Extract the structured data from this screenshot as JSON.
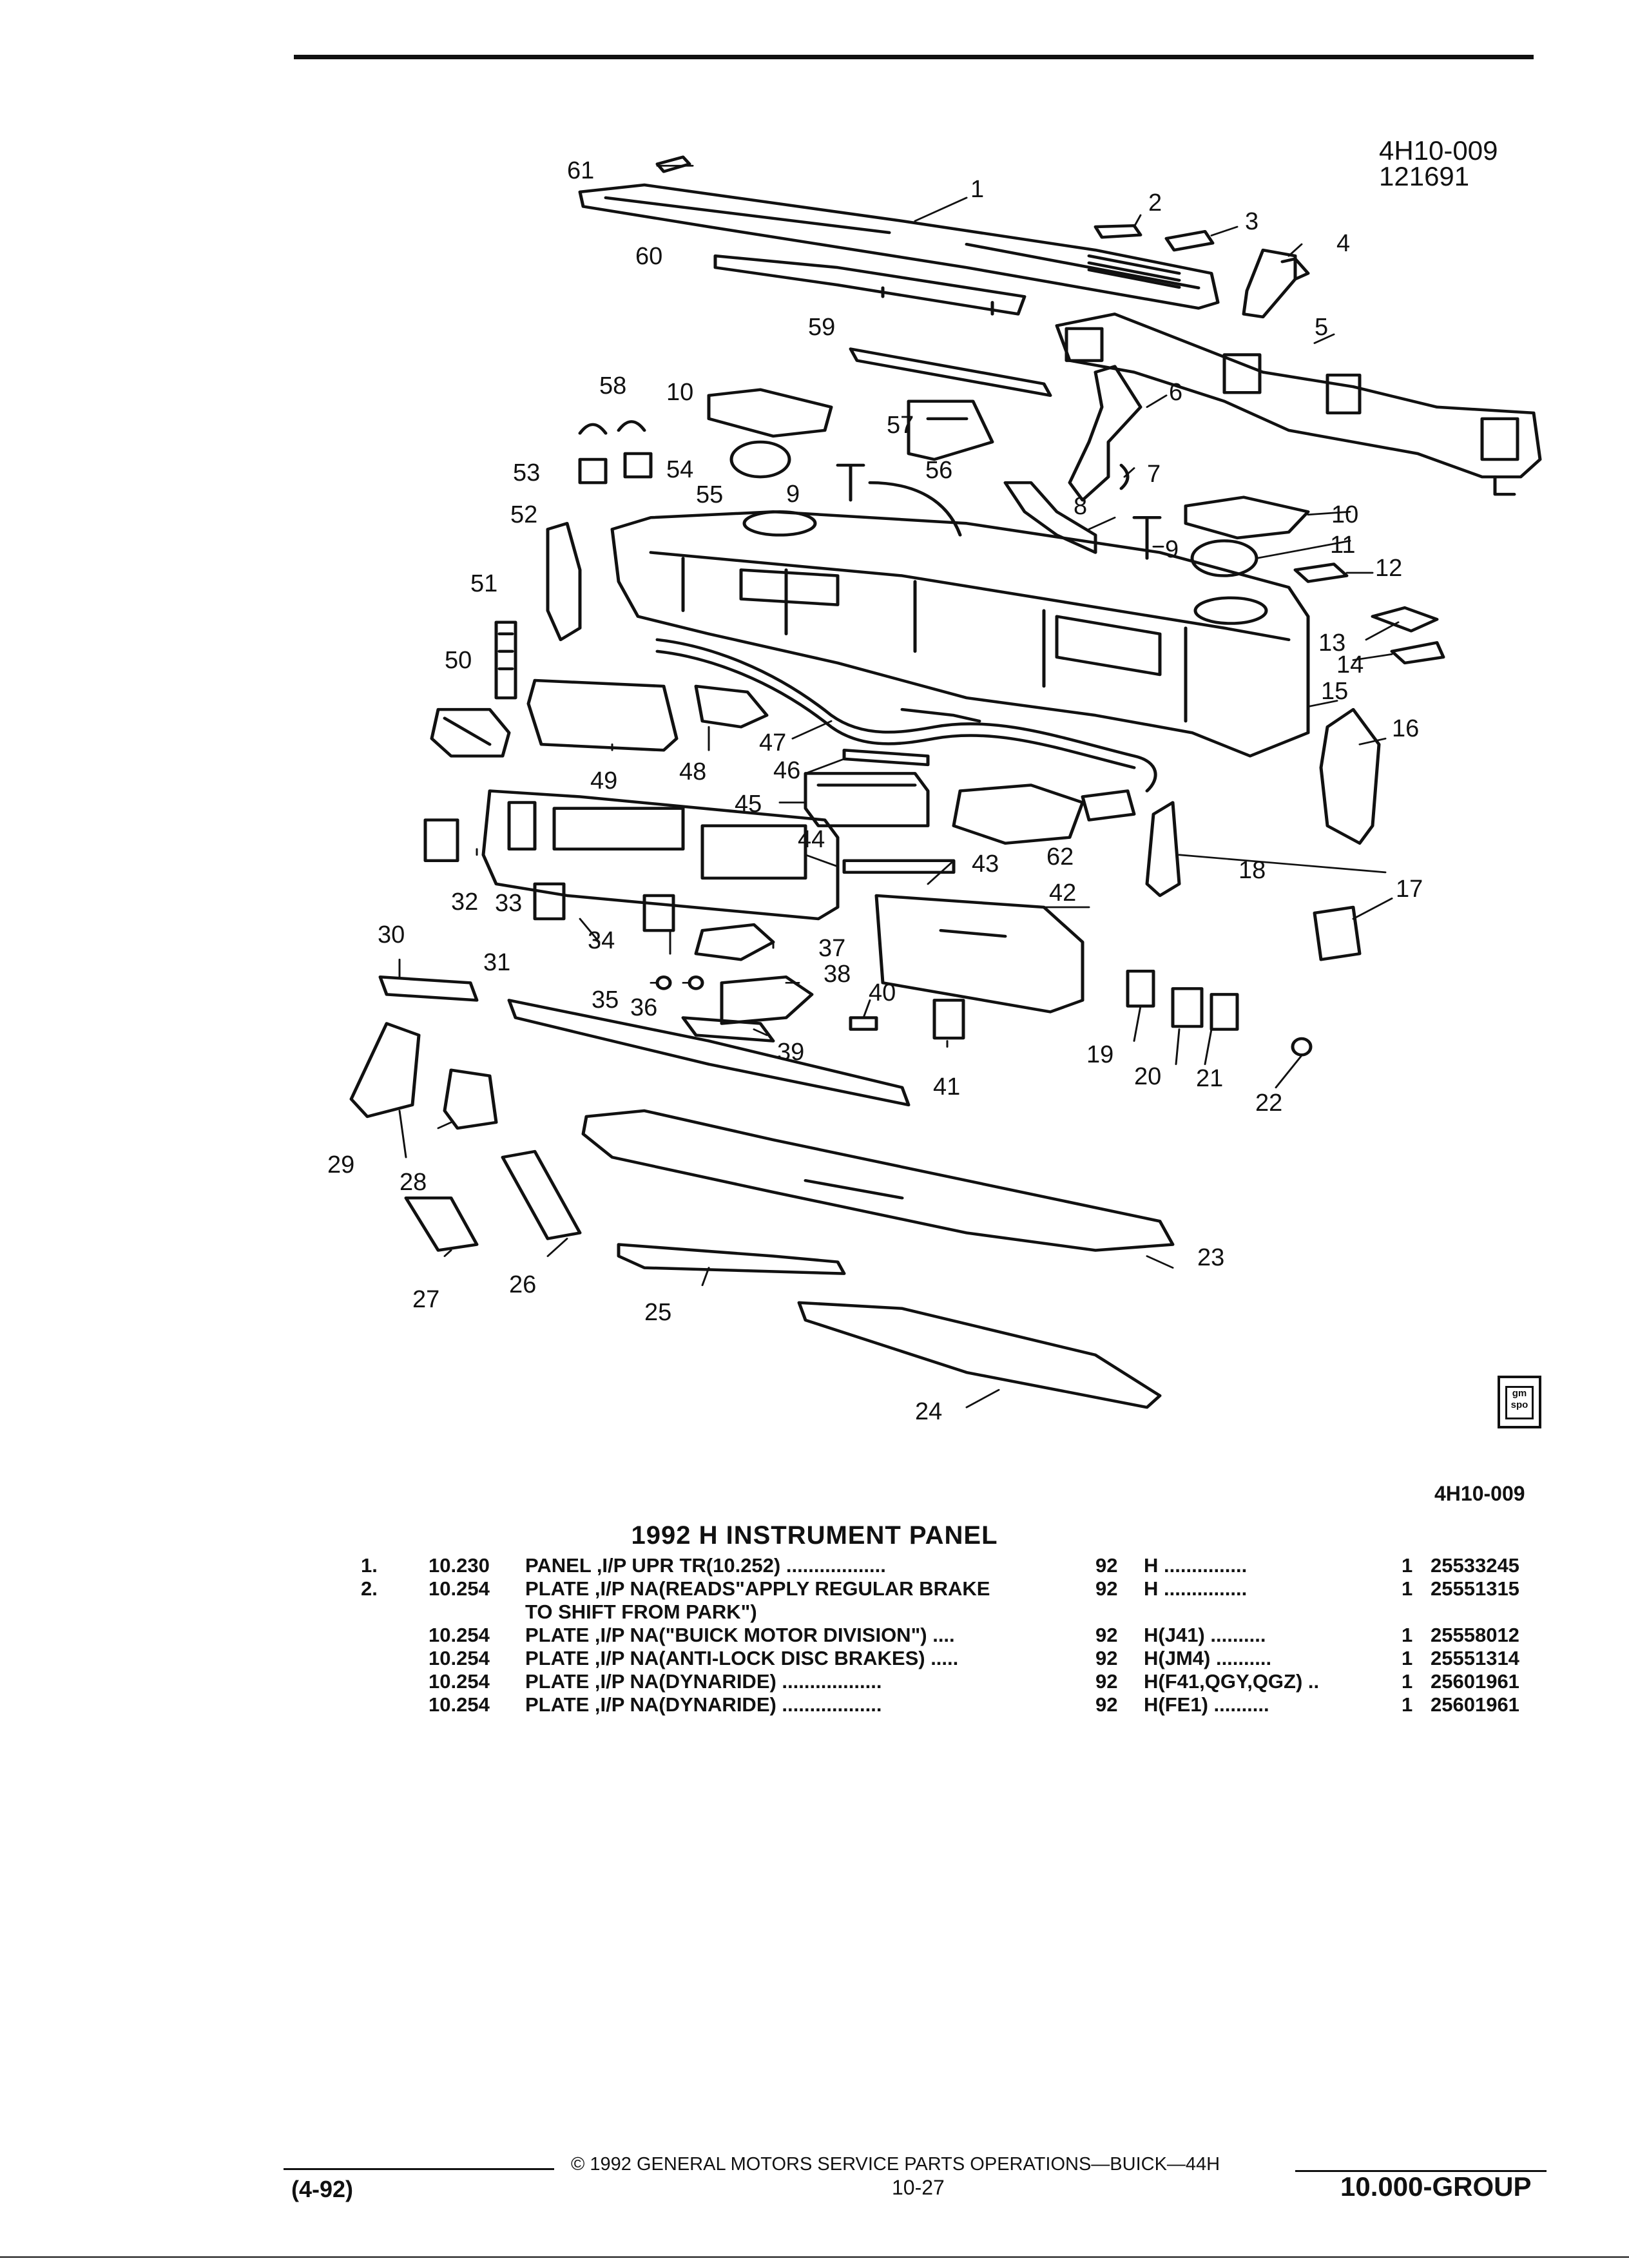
{
  "header": {
    "figure_code": "4H10-009",
    "figure_date": "121691"
  },
  "diagram": {
    "callouts": [
      "1",
      "2",
      "3",
      "4",
      "5",
      "6",
      "7",
      "8",
      "9",
      "9",
      "10",
      "10",
      "11",
      "12",
      "13",
      "14",
      "15",
      "16",
      "17",
      "18",
      "19",
      "20",
      "21",
      "22",
      "23",
      "24",
      "25",
      "26",
      "27",
      "28",
      "29",
      "30",
      "31",
      "32",
      "33",
      "34",
      "35",
      "36",
      "37",
      "38",
      "39",
      "40",
      "41",
      "42",
      "43",
      "44",
      "45",
      "46",
      "47",
      "48",
      "49",
      "50",
      "51",
      "52",
      "53",
      "54",
      "55",
      "56",
      "57",
      "58",
      "59",
      "60",
      "61",
      "62"
    ]
  },
  "badge": {
    "label": "gm spo"
  },
  "section": {
    "code": "4H10-009",
    "title": "1992 H INSTRUMENT PANEL"
  },
  "parts": [
    {
      "no": "1.",
      "group": "10.230",
      "desc": "PANEL ,I/P UPR TR(10.252) ..................",
      "year": "92",
      "model": "H ...............",
      "qty": "1",
      "part": "25533245"
    },
    {
      "no": "2.",
      "group": "10.254",
      "desc": "PLATE ,I/P NA(READS\"APPLY REGULAR BRAKE",
      "year": "92",
      "model": "H ...............",
      "qty": "1",
      "part": "25551315"
    },
    {
      "no": "",
      "group": "",
      "desc": "TO SHIFT FROM PARK\")",
      "year": "",
      "model": "",
      "qty": "",
      "part": ""
    },
    {
      "no": "",
      "group": "10.254",
      "desc": "PLATE ,I/P NA(\"BUICK MOTOR DIVISION\") ....",
      "year": "92",
      "model": "H(J41) ..........",
      "qty": "1",
      "part": "25558012"
    },
    {
      "no": "",
      "group": "10.254",
      "desc": "PLATE ,I/P NA(ANTI-LOCK DISC BRAKES) .....",
      "year": "92",
      "model": "H(JM4) ..........",
      "qty": "1",
      "part": "25551314"
    },
    {
      "no": "",
      "group": "10.254",
      "desc": "PLATE ,I/P NA(DYNARIDE) ..................",
      "year": "92",
      "model": "H(F41,QGY,QGZ) ..",
      "qty": "1",
      "part": "25601961"
    },
    {
      "no": "",
      "group": "10.254",
      "desc": "PLATE ,I/P NA(DYNARIDE) ..................",
      "year": "92",
      "model": "H(FE1) ..........",
      "qty": "1",
      "part": "25601961"
    }
  ],
  "footer": {
    "copyright": "© 1992 GENERAL MOTORS SERVICE PARTS OPERATIONS—BUICK—44H",
    "page": "10-27",
    "revision": "(4-92)",
    "group": "10.000-GROUP"
  }
}
